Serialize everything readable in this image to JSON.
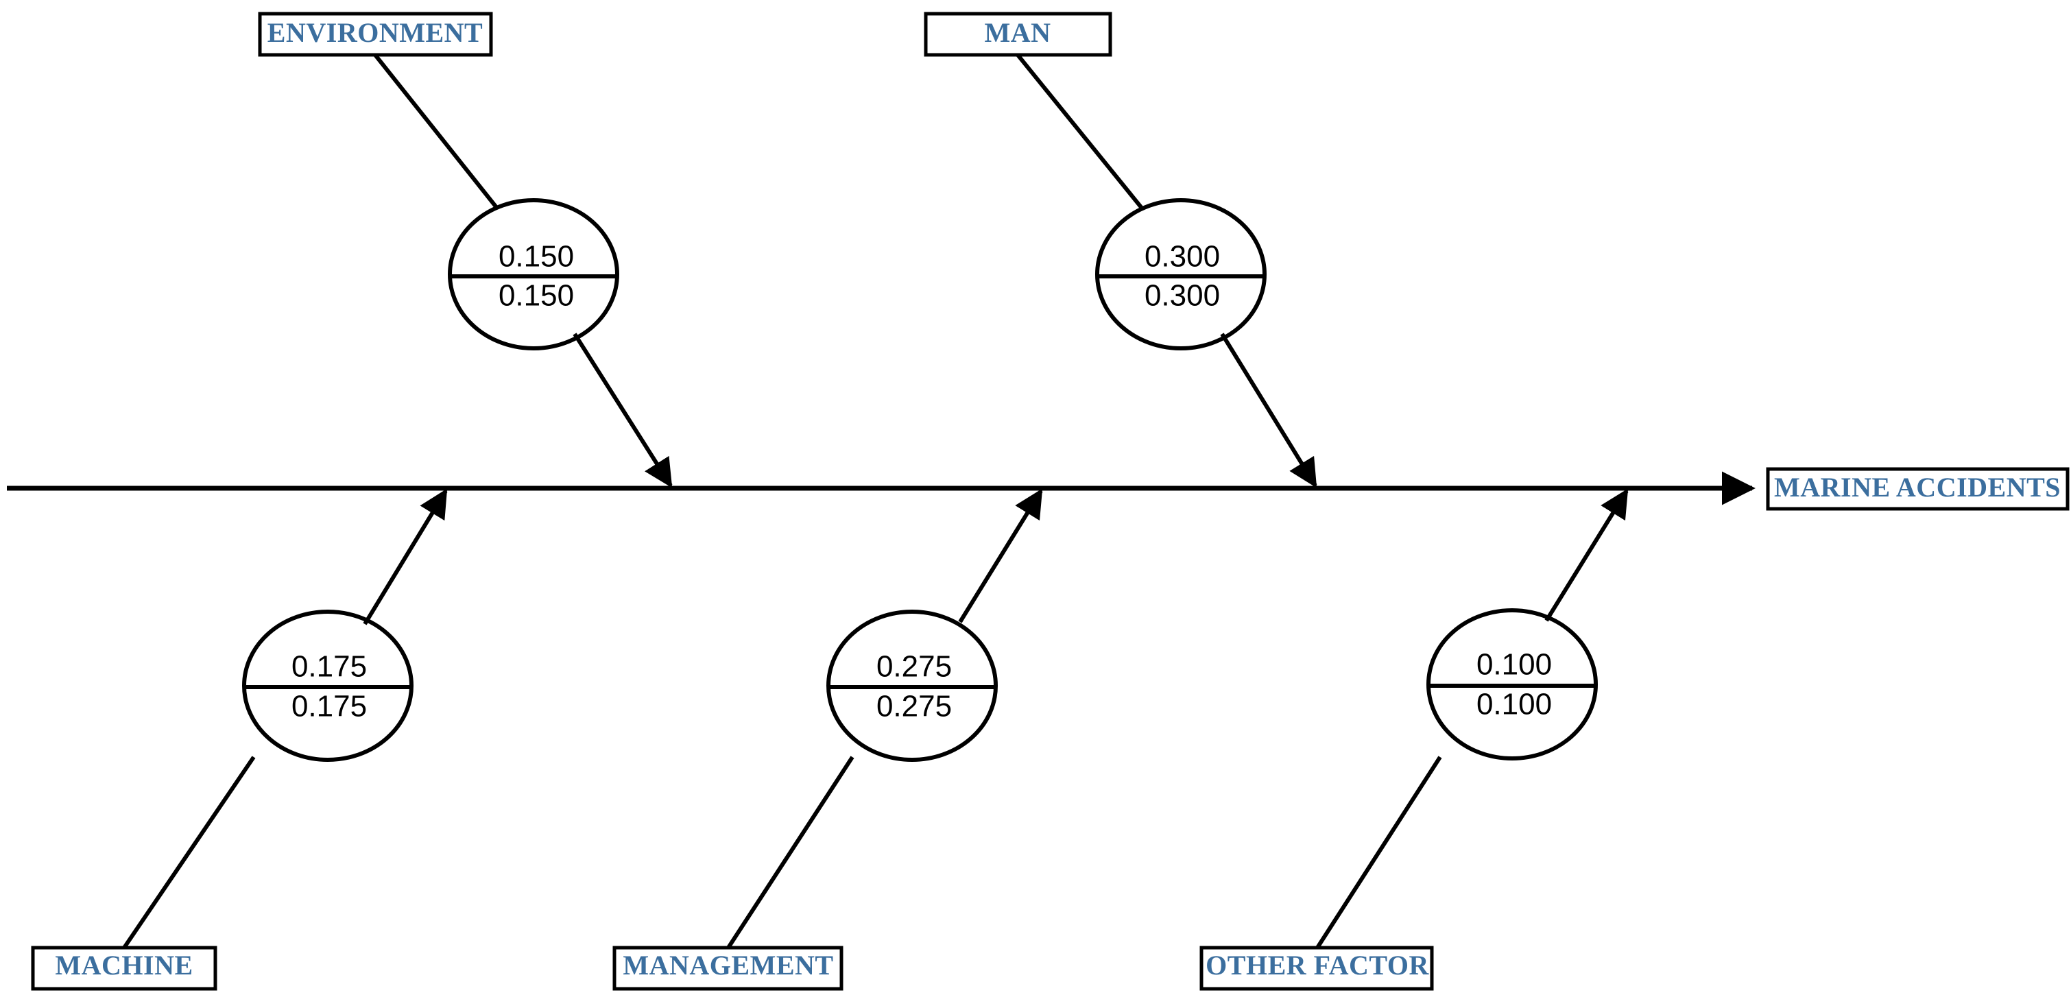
{
  "diagram": {
    "type": "fishbone-ishikawa",
    "effect": {
      "label": "MARINE ACCIDENTS"
    },
    "accent_color": "#3b6e9e",
    "line_color": "#000000",
    "background_color": "#ffffff",
    "categories": [
      {
        "id": "environment",
        "label": "ENVIRONMENT",
        "position": "top",
        "value_top": "0.150",
        "value_bottom": "0.150",
        "weight": 0.15
      },
      {
        "id": "man",
        "label": "MAN",
        "position": "top",
        "value_top": "0.300",
        "value_bottom": "0.300",
        "weight": 0.3
      },
      {
        "id": "machine",
        "label": "MACHINE",
        "position": "bottom",
        "value_top": "0.175",
        "value_bottom": "0.175",
        "weight": 0.175
      },
      {
        "id": "management",
        "label": "MANAGEMENT",
        "position": "bottom",
        "value_top": "0.275",
        "value_bottom": "0.275",
        "weight": 0.275
      },
      {
        "id": "other_factor",
        "label": "OTHER FACTOR",
        "position": "bottom",
        "value_top": "0.100",
        "value_bottom": "0.100",
        "weight": 0.1
      }
    ]
  },
  "chart_data": {
    "type": "bar",
    "title": "MARINE ACCIDENTS",
    "categories": [
      "ENVIRONMENT",
      "MAN",
      "MACHINE",
      "MANAGEMENT",
      "OTHER FACTOR"
    ],
    "values": [
      0.15,
      0.3,
      0.175,
      0.275,
      0.1
    ],
    "xlabel": "",
    "ylabel": "",
    "ylim": [
      0,
      0.3
    ]
  }
}
